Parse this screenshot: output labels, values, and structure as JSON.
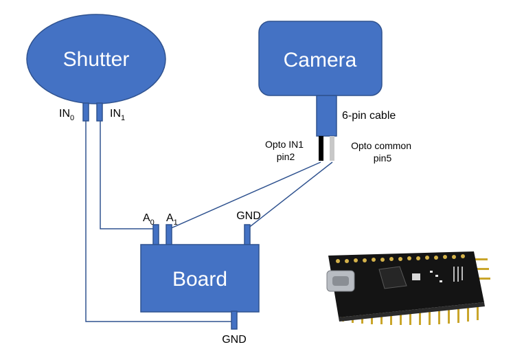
{
  "shutter": {
    "label": "Shutter"
  },
  "camera": {
    "label": "Camera"
  },
  "board": {
    "label": "Board"
  },
  "shutter_pins": {
    "in0_base": "IN",
    "in0_sub": "0",
    "in1_base": "IN",
    "in1_sub": "1"
  },
  "board_pins": {
    "a0_base": "A",
    "a0_sub": "0",
    "a1_base": "A",
    "a1_sub": "1",
    "gnd_top": "GND",
    "gnd_bottom": "GND"
  },
  "cable": {
    "label": "6-pin cable",
    "opto_in1_line1": "Opto IN1",
    "opto_in1_line2": "pin2",
    "opto_common_line1": "Opto common",
    "opto_common_line2": "pin5"
  },
  "colors": {
    "shape_fill": "#4472c4",
    "shape_stroke": "#2f528f",
    "wire": "#2f528f",
    "pcb": "#141414"
  },
  "photo": {
    "name": "arduino-nano-board-photo"
  }
}
